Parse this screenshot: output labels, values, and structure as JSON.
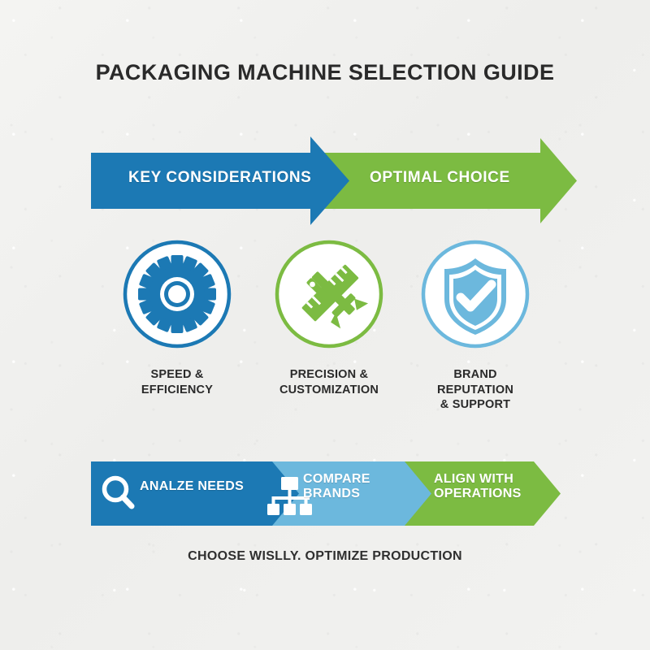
{
  "title": "PACKAGING MACHINE SELECTION GUIDE",
  "colors": {
    "background": "#f1f1ef",
    "blue": "#1c79b4",
    "blue_dark": "#1a6fa5",
    "green": "#7cbb42",
    "light_blue": "#6cb8dd",
    "text_dark": "#2a2a2a",
    "white": "#ffffff"
  },
  "banner": {
    "arrows": [
      {
        "label": "KEY CONSIDERATIONS",
        "color": "#1c79b4",
        "icon": "right-arrow-shape"
      },
      {
        "label": "OPTIMAL CHOICE",
        "color": "#7cbb42",
        "icon": "right-arrow-shape"
      }
    ]
  },
  "pillars": [
    {
      "icon": "gear-icon",
      "color": "#1c79b4",
      "caption_lines": [
        "SPEED &",
        "EFFICIENCY"
      ]
    },
    {
      "icon": "caliper-ruler-icon",
      "color": "#7cbb42",
      "caption_lines": [
        "PRECISION &",
        "CUSTOMIZATION"
      ]
    },
    {
      "icon": "shield-check-icon",
      "color": "#6cb8dd",
      "caption_lines": [
        "BRAND",
        "REPUTATION",
        "& SUPPORT"
      ]
    }
  ],
  "steps": [
    {
      "label_lines": [
        "ANALZE NEEDS"
      ],
      "color": "#1c79b4",
      "icon": "magnifier-icon"
    },
    {
      "label_lines": [
        "COMPARE",
        "BRANDS"
      ],
      "color": "#6cb8dd",
      "icon": "org-chart-icon"
    },
    {
      "label_lines": [
        "ALIGN WITH",
        "OPERATIONS"
      ],
      "color": "#7cbb42",
      "icon": "none"
    }
  ],
  "footer": {
    "tagline": "CHOOSE WISLLY. OPTIMIZE PRODUCTION"
  }
}
